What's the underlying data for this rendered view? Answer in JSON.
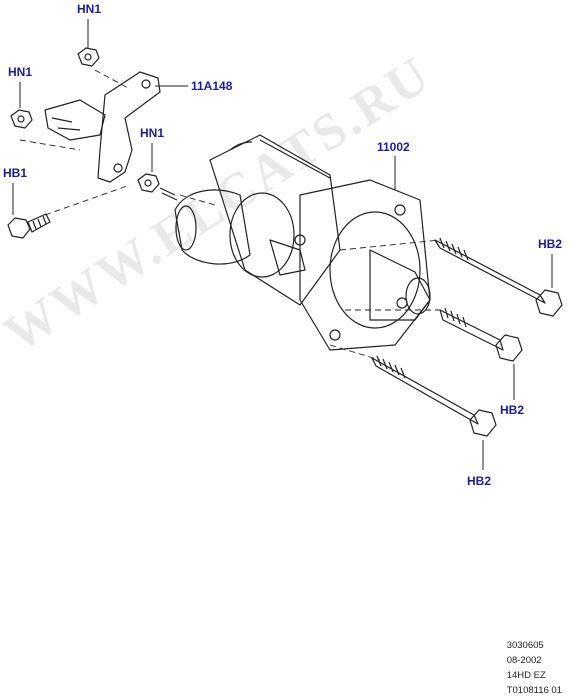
{
  "watermark": "WWW.ELCATS.RU",
  "callouts": {
    "hn1_top": "HN1",
    "hn1_left": "HN1",
    "hn1_mid": "HN1",
    "hb1": "HB1",
    "part_11a148": "11A148",
    "part_11002": "11002",
    "hb2_a": "HB2",
    "hb2_b": "HB2",
    "hb2_c": "HB2"
  },
  "footer": {
    "line1": "3030605",
    "line2": "08-2002",
    "line3": "14HD EZ",
    "line4": "T0108116 01"
  },
  "colors": {
    "callout": "#1a1aa6",
    "line_art": "#222222",
    "watermark": "#e9e9e9"
  }
}
